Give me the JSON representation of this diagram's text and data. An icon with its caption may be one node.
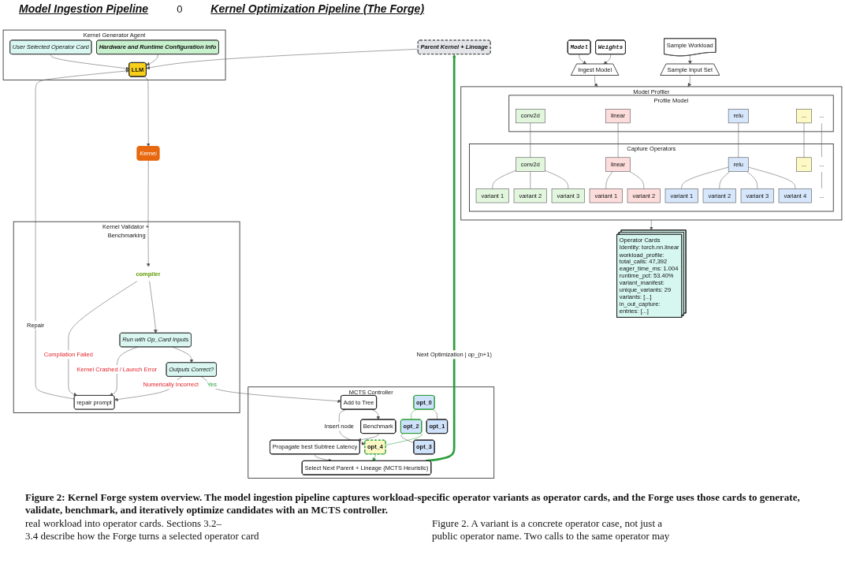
{
  "diagram": {
    "caption": "Figure 2: Kernel Forge system overview. The model ingestion pipeline captures workload-specific operator variants as operator cards, and the Forge uses those cards to generate, validate, benchmark, and iteratively optimize candidates with an MCTS controller.",
    "nodes": [
      {
        "text": [
          "Model"
        ]
      },
      {
        "text": [
          "Weights"
        ]
      },
      {
        "text": [
          "Sample Workload"
        ]
      },
      {
        "text": [
          "Ingest Model"
        ]
      },
      {
        "text": [
          "Sample Input Set"
        ]
      },
      {
        "text": [
          "Model Profiler"
        ]
      },
      {
        "text": [
          "Profile Model"
        ],
        "in": 5
      },
      {
        "text": [
          "conv2d"
        ],
        "in": 6
      },
      {
        "text": [
          "linear"
        ],
        "in": 6
      },
      {
        "text": [
          "relu"
        ],
        "in": 6
      },
      {
        "text": [
          "..."
        ],
        "in": 6
      },
      {
        "text": [
          "..."
        ],
        "in": 6
      },
      {
        "text": [
          "Capture Operators"
        ],
        "in": 5
      },
      {
        "text": [
          "conv2d"
        ],
        "in": 12
      },
      {
        "text": [
          "linear"
        ],
        "in": 12
      },
      {
        "text": [
          "relu"
        ],
        "in": 12
      },
      {
        "text": [
          "..."
        ],
        "in": 12
      },
      {
        "text": [
          "..."
        ],
        "in": 12
      },
      {
        "text": [
          "variant 1"
        ],
        "in": 12
      },
      {
        "text": [
          "variant 2"
        ],
        "in": 12
      },
      {
        "text": [
          "variant 3"
        ],
        "in": 12
      },
      {
        "text": [
          "variant 1"
        ],
        "in": 12
      },
      {
        "text": [
          "variant 2"
        ],
        "in": 12
      },
      {
        "text": [
          "variant 1"
        ],
        "in": 12
      },
      {
        "text": [
          "variant 2"
        ],
        "in": 12
      },
      {
        "text": [
          "variant 3"
        ],
        "in": 12
      },
      {
        "text": [
          "variant 4"
        ],
        "in": 12
      },
      {
        "text": [
          "..."
        ],
        "in": 12
      },
      {
        "text": [
          "Operator Cards",
          "Identity: torch.nn.linear",
          "workload_profile:",
          "total_calls: 47,392",
          "eager_time_ms: 1.004",
          "runtime_pct: 53.40%",
          "variant_manifest:",
          "unique_variants: 29",
          "variants: [...]",
          "in_out_capture:",
          "entries: [...]"
        ]
      },
      {
        "text": [
          "Kernel Generator Agent"
        ]
      },
      {
        "text": [
          "User Selected Operator Card"
        ],
        "in": 29
      },
      {
        "text": [
          "Hardware and Runtime Configuration Info"
        ],
        "in": 29
      },
      {
        "text": [
          "LLM"
        ],
        "in": 29
      },
      {
        "text": [
          "Parent Kernel + Lineage"
        ]
      },
      {
        "text": [
          "Kernel"
        ]
      },
      {
        "text": [
          "Kernel Validator + Benchmarking"
        ]
      },
      {
        "text": [
          "compiler"
        ],
        "in": 35
      },
      {
        "text": [
          "Run with Op_Card Inputs"
        ],
        "in": 35
      },
      {
        "text": [
          "Outputs Correct?"
        ],
        "in": 35
      },
      {
        "text": [
          "repair prompt"
        ],
        "in": 35
      },
      {
        "text": [
          "MCTS Controller"
        ]
      },
      {
        "text": [
          "Add to Tree"
        ],
        "in": 40
      },
      {
        "text": [
          "Benchmark"
        ],
        "in": 40
      },
      {
        "text": [
          "Propagate best Subtree Latency"
        ],
        "in": 40
      },
      {
        "text": [
          "Select Next Parent + Lineage (MCTS Heuristic)"
        ],
        "in": 40
      },
      {
        "text": [
          "opt_0"
        ],
        "in": 40
      },
      {
        "text": [
          "opt_1"
        ],
        "in": 40
      },
      {
        "text": [
          "opt_2"
        ],
        "in": 40
      },
      {
        "text": [
          "opt_4"
        ],
        "in": 40
      },
      {
        "text": [
          "opt_3"
        ],
        "in": 40
      }
    ],
    "edges": [
      {
        "from": 0,
        "to": 3,
        "arrow": "to"
      },
      {
        "from": 1,
        "to": 3,
        "arrow": "to"
      },
      {
        "from": 2,
        "to": 4,
        "arrow": "to"
      },
      {
        "from": 3,
        "to": 5,
        "arrow": "to"
      },
      {
        "from": 4,
        "to": 5,
        "arrow": "to"
      },
      {
        "from": 5,
        "to": 28,
        "arrow": "to"
      },
      {
        "from": 7,
        "to": 13,
        "arrow": "none"
      },
      {
        "from": 8,
        "to": 14,
        "arrow": "none"
      },
      {
        "from": 9,
        "to": 15,
        "arrow": "none"
      },
      {
        "from": 10,
        "to": 16,
        "arrow": "none"
      },
      {
        "from": 11,
        "to": 17,
        "arrow": "none"
      },
      {
        "from": 13,
        "to": 18,
        "arrow": "none"
      },
      {
        "from": 13,
        "to": 19,
        "arrow": "none"
      },
      {
        "from": 13,
        "to": 20,
        "arrow": "none"
      },
      {
        "from": 14,
        "to": 21,
        "arrow": "none"
      },
      {
        "from": 14,
        "to": 22,
        "arrow": "none"
      },
      {
        "from": 15,
        "to": 23,
        "arrow": "none"
      },
      {
        "from": 15,
        "to": 24,
        "arrow": "none"
      },
      {
        "from": 15,
        "to": 25,
        "arrow": "none"
      },
      {
        "from": 15,
        "to": 26,
        "arrow": "none"
      },
      {
        "from": 17,
        "to": 27,
        "arrow": "none"
      },
      {
        "from": 30,
        "to": 32,
        "arrow": "to"
      },
      {
        "from": 31,
        "to": 32,
        "arrow": "to"
      },
      {
        "from": 33,
        "to": 32,
        "arrow": "to"
      },
      {
        "from": 32,
        "to": 34,
        "arrow": "to"
      },
      {
        "from": 34,
        "to": 36,
        "arrow": "to"
      },
      {
        "from": 36,
        "to": 37,
        "arrow": "to"
      },
      {
        "from": 37,
        "to": 38,
        "arrow": "to"
      },
      {
        "from": 38,
        "to": 41,
        "arrow": "to",
        "label": "Yes"
      },
      {
        "from": 36,
        "to": 39,
        "arrow": "to",
        "label": "Compilation Failed"
      },
      {
        "from": 37,
        "to": 39,
        "arrow": "to",
        "label": "Kernel Crashed / Launch Error"
      },
      {
        "from": 38,
        "to": 39,
        "arrow": "to",
        "label": "Numerically Incorrect"
      },
      {
        "from": 39,
        "to": 32,
        "arrow": "to",
        "label": "Repair"
      },
      {
        "from": 41,
        "to": 42,
        "arrow": "to"
      },
      {
        "from": 42,
        "to": 43,
        "arrow": "to"
      },
      {
        "from": 43,
        "to": 44,
        "arrow": "to"
      },
      {
        "from": 41,
        "to": 48,
        "arrow": "to",
        "label": "Insert node"
      },
      {
        "from": 45,
        "to": 46,
        "arrow": "none"
      },
      {
        "from": 45,
        "to": 47,
        "arrow": "none",
        "color": "#2a9d3a"
      },
      {
        "from": 47,
        "to": 48,
        "arrow": "none",
        "color": "#2a9d3a"
      },
      {
        "from": 47,
        "to": 49,
        "arrow": "none"
      },
      {
        "from": 48,
        "to": 44,
        "arrow": "to",
        "color": "#2a9d3a"
      },
      {
        "from": 44,
        "to": 33,
        "arrow": "to",
        "label": "Next Optimization | op_(n+1)",
        "style": "thick",
        "color": "#2a9d3a"
      }
    ],
    "labels": [
      "Model Ingestion Pipeline",
      "0",
      "Kernel Optimization Pipeline (The Forge)",
      "real workload into operator cards. Sections 3.2–",
      "3.4 describe how the Forge turns a selected operator card",
      "Figure 2. A variant is a concrete operator case, not just a",
      "public operator name. Two calls to the same operator may"
    ]
  }
}
